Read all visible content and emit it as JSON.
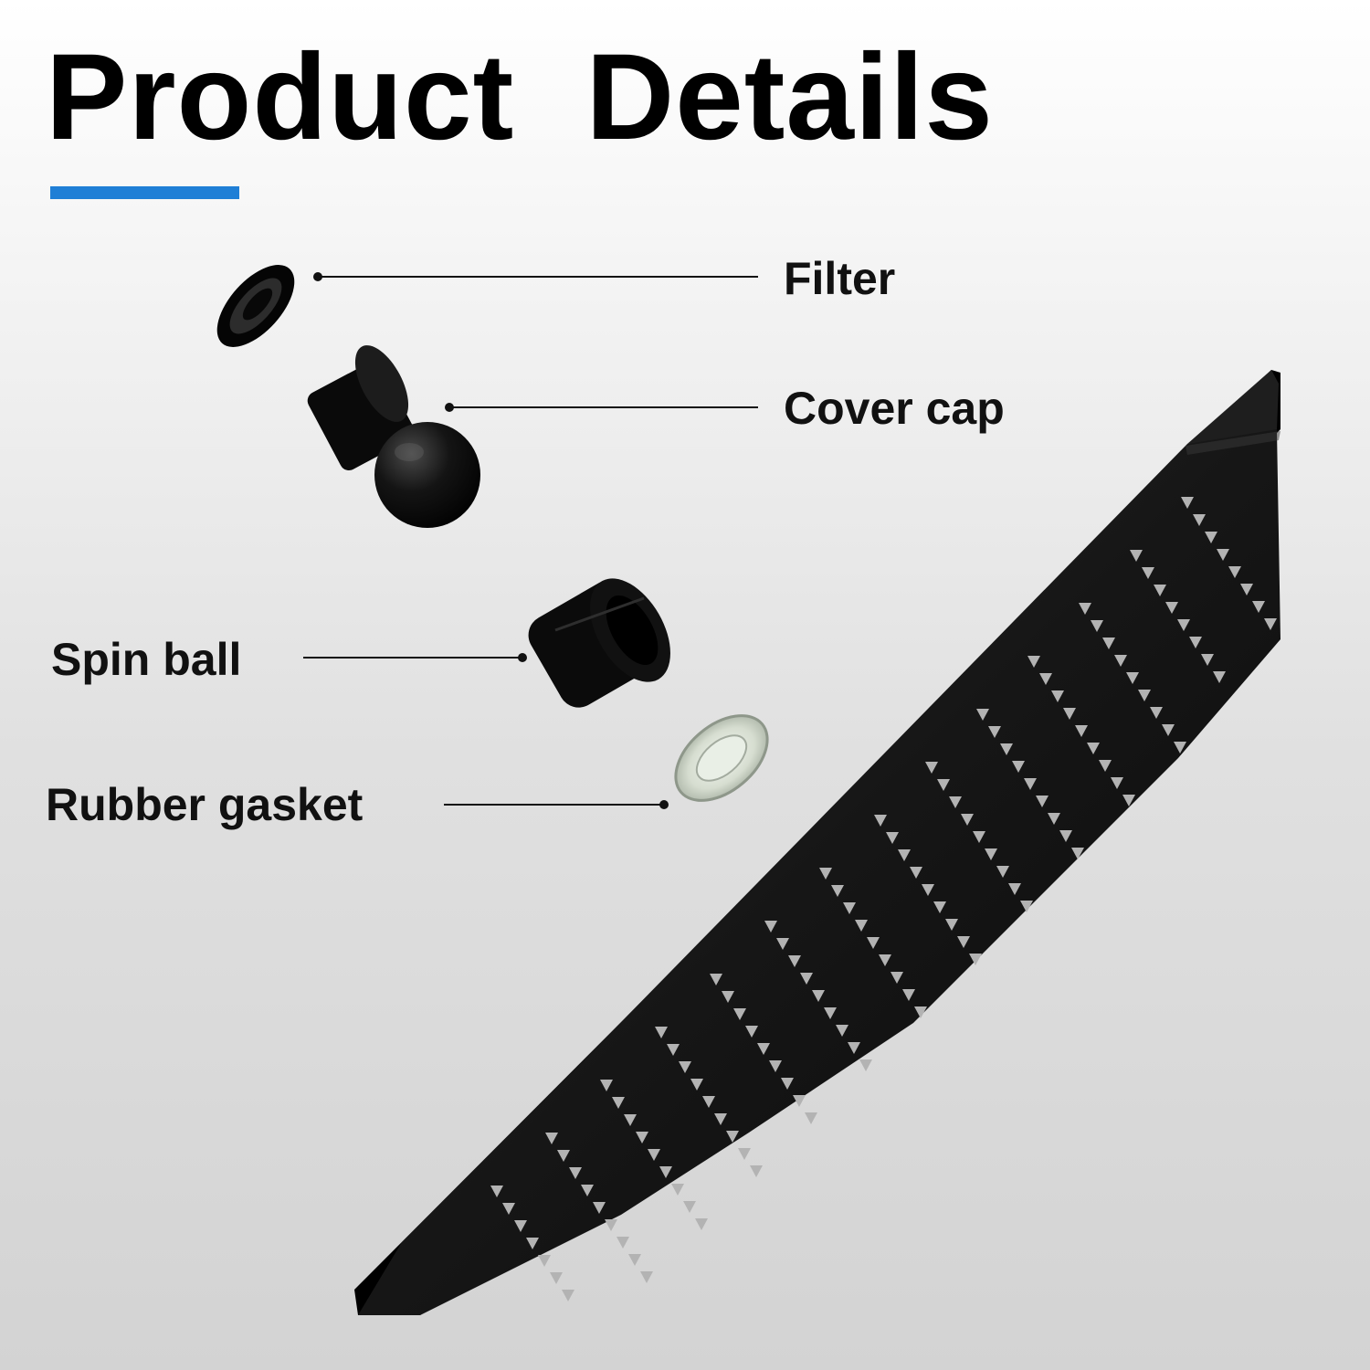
{
  "header": {
    "title": "Product  Details",
    "accent_color": "#1f7fd6"
  },
  "parts": {
    "filter": "Filter",
    "cover_cap": "Cover cap",
    "spin_ball": "Spin ball",
    "rubber_gasket": "Rubber gasket"
  },
  "colors": {
    "product": "#0d0d0d",
    "nozzle": "#b3b3b3",
    "callout_line": "#111111"
  }
}
